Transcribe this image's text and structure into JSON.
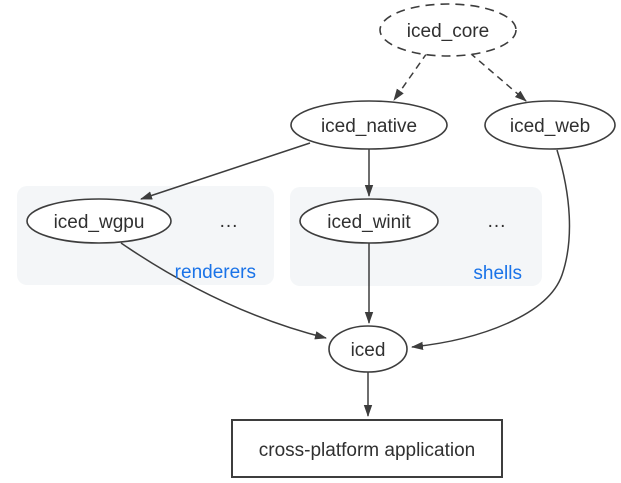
{
  "diagram": {
    "nodes": {
      "iced_core": {
        "label": "iced_core",
        "shape": "ellipse",
        "border": "dashed"
      },
      "iced_native": {
        "label": "iced_native",
        "shape": "ellipse",
        "border": "solid"
      },
      "iced_web": {
        "label": "iced_web",
        "shape": "ellipse",
        "border": "solid"
      },
      "iced_wgpu": {
        "label": "iced_wgpu",
        "shape": "ellipse",
        "border": "solid"
      },
      "iced_winit": {
        "label": "iced_winit",
        "shape": "ellipse",
        "border": "solid"
      },
      "iced": {
        "label": "iced",
        "shape": "ellipse",
        "border": "solid"
      },
      "application": {
        "label": "cross-platform application",
        "shape": "rectangle",
        "border": "solid"
      }
    },
    "groups": {
      "renderers": {
        "label": "renderers",
        "ellipsis": "...",
        "members": [
          "iced_wgpu",
          "..."
        ]
      },
      "shells": {
        "label": "shells",
        "ellipsis": "...",
        "members": [
          "iced_winit",
          "..."
        ]
      }
    },
    "edges": [
      {
        "from": "iced_core",
        "to": "iced_native",
        "style": "dashed"
      },
      {
        "from": "iced_core",
        "to": "iced_web",
        "style": "dashed"
      },
      {
        "from": "iced_native",
        "to": "iced_wgpu",
        "style": "solid"
      },
      {
        "from": "iced_native",
        "to": "iced_winit",
        "style": "solid"
      },
      {
        "from": "iced_wgpu",
        "to": "iced",
        "style": "solid"
      },
      {
        "from": "iced_winit",
        "to": "iced",
        "style": "solid"
      },
      {
        "from": "iced_web",
        "to": "iced",
        "style": "solid"
      },
      {
        "from": "iced",
        "to": "application",
        "style": "solid"
      }
    ],
    "colors": {
      "canvas_background": "#ffffff",
      "node_background": "#ffffff",
      "group_background": "#f4f6f8",
      "group_label": "#1a73e8",
      "stroke": "#3d3d3d",
      "text": "#303030"
    }
  }
}
